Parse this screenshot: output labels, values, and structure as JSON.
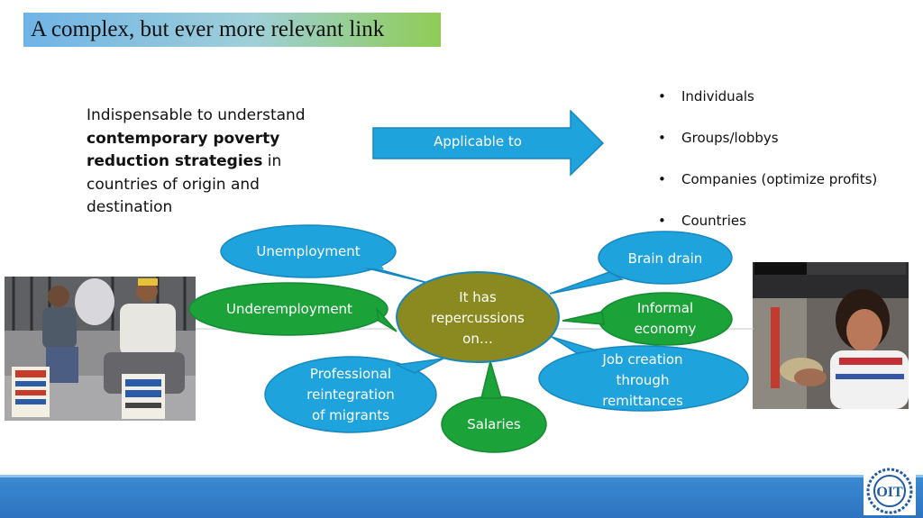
{
  "title": "A complex, but ever more relevant link",
  "intro": {
    "part1": "Indispensable to understand ",
    "bold": "contemporary poverty reduction strategies",
    "part2": " in countries of origin and destination"
  },
  "arrow_label": "Applicable to",
  "bullets": [
    "Individuals",
    "Groups/lobbys",
    "Companies (optimize profits)",
    "Countries"
  ],
  "center_bubble": [
    "It has",
    "repercussions",
    "on…"
  ],
  "bubbles": {
    "unemployment": [
      "Unemployment"
    ],
    "underemployment": [
      "Underemployment"
    ],
    "professional": [
      "Professional",
      "reintegration",
      "of migrants"
    ],
    "salaries": [
      "Salaries"
    ],
    "brain_drain": [
      "Brain drain"
    ],
    "informal": [
      "Informal",
      "economy"
    ],
    "job_creation": [
      "Job creation",
      "through",
      "remittances"
    ]
  },
  "logo_text": "OIT",
  "colors": {
    "blue": "#1fa3dc",
    "green": "#1ba33a",
    "olive": "#8a8a20"
  }
}
